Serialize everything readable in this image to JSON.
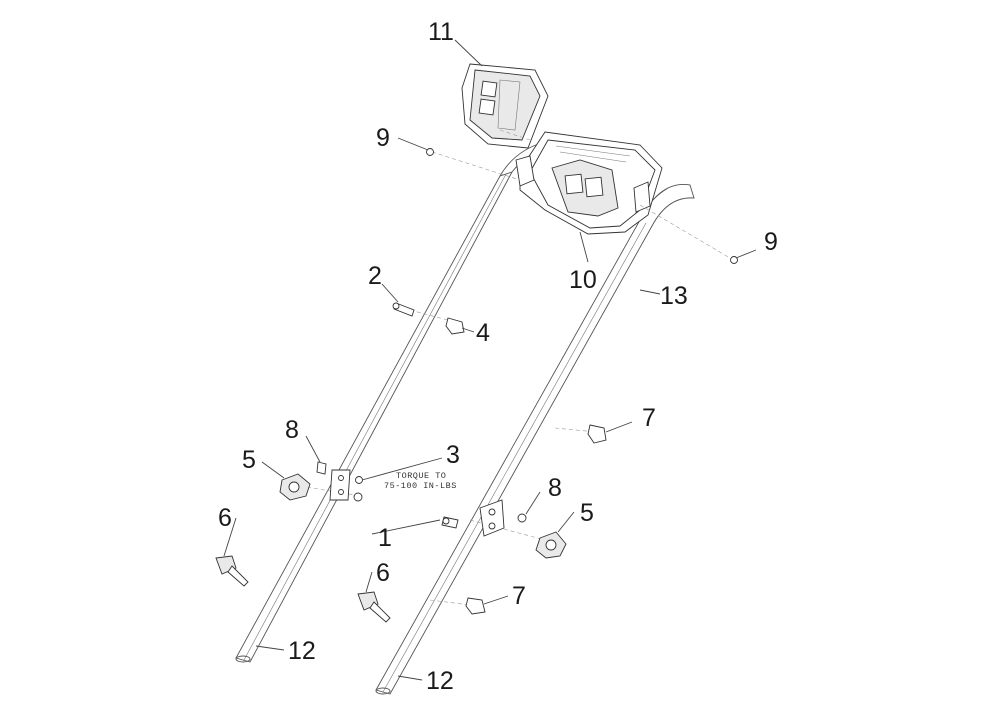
{
  "diagram": {
    "callouts": [
      {
        "id": "11",
        "label": "11"
      },
      {
        "id": "9a",
        "label": "9"
      },
      {
        "id": "9b",
        "label": "9"
      },
      {
        "id": "10",
        "label": "10"
      },
      {
        "id": "13",
        "label": "13"
      },
      {
        "id": "2",
        "label": "2"
      },
      {
        "id": "4",
        "label": "4"
      },
      {
        "id": "7a",
        "label": "7"
      },
      {
        "id": "8a",
        "label": "8"
      },
      {
        "id": "3",
        "label": "3"
      },
      {
        "id": "5a",
        "label": "5"
      },
      {
        "id": "8b",
        "label": "8"
      },
      {
        "id": "5b",
        "label": "5"
      },
      {
        "id": "1",
        "label": "1"
      },
      {
        "id": "6a",
        "label": "6"
      },
      {
        "id": "6b",
        "label": "6"
      },
      {
        "id": "7b",
        "label": "7"
      },
      {
        "id": "12a",
        "label": "12"
      },
      {
        "id": "12b",
        "label": "12"
      }
    ],
    "torque_note": {
      "line1": "TORQUE TO",
      "line2": "75-100 IN-LBS"
    }
  }
}
